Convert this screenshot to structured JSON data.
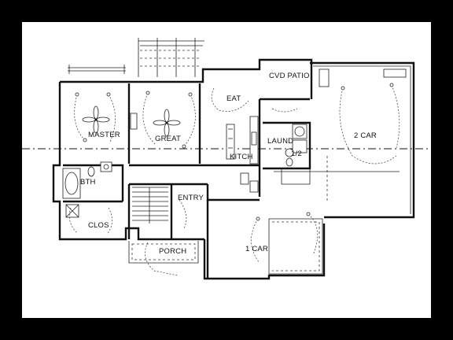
{
  "rooms": {
    "master": "MASTER",
    "great": "GREAT",
    "eat": "EAT",
    "cvd_patio": "CVD PATIO",
    "laund": "LAUND",
    "two_car": "2 CAR",
    "kitch": "KITCH",
    "half_bath": "1/2",
    "bth": "BTH",
    "entry": "ENTRY",
    "clos": "CLOS",
    "porch": "PORCH",
    "one_car": "1 CAR"
  },
  "colors": {
    "background": "#000000",
    "paper": "#ffffff",
    "ink": "#111111"
  }
}
